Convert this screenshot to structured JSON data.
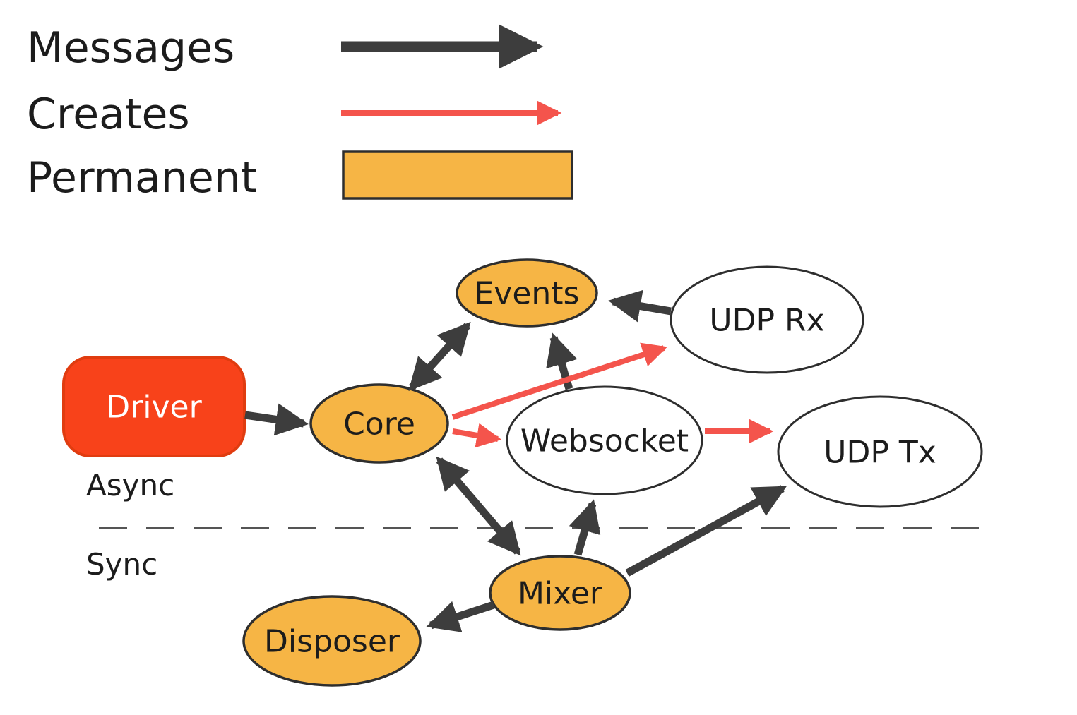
{
  "colors": {
    "ink": "#1c1c1c",
    "messages": "#3d3d3d",
    "creates": "#f4544c",
    "permanent": "#f6b545",
    "plain_fill": "#ffffff",
    "node_stroke": "#2e2e2e",
    "driver_fill": "#f8421a",
    "driver_stroke": "#e03c10",
    "driver_text": "#ffffff",
    "divider": "#555555"
  },
  "legend": {
    "items": [
      {
        "label": "Messages",
        "swatch": "dark-arrow"
      },
      {
        "label": "Creates",
        "swatch": "red-arrow"
      },
      {
        "label": "Permanent",
        "swatch": "orange-box"
      }
    ]
  },
  "zones": {
    "above_label": "Async",
    "below_label": "Sync"
  },
  "nodes": {
    "driver": {
      "label": "Driver",
      "kind": "driver"
    },
    "core": {
      "label": "Core",
      "kind": "permanent"
    },
    "events": {
      "label": "Events",
      "kind": "permanent"
    },
    "mixer": {
      "label": "Mixer",
      "kind": "permanent"
    },
    "disposer": {
      "label": "Disposer",
      "kind": "permanent"
    },
    "udp_rx": {
      "label": "UDP Rx",
      "kind": "transient"
    },
    "udp_tx": {
      "label": "UDP Tx",
      "kind": "transient"
    },
    "websocket": {
      "label": "Websocket",
      "kind": "transient"
    }
  },
  "edges": [
    {
      "from": "Driver",
      "to": "Core",
      "type": "messages",
      "bidirectional": false
    },
    {
      "from": "Core",
      "to": "Events",
      "type": "messages",
      "bidirectional": true
    },
    {
      "from": "Websocket",
      "to": "Events",
      "type": "messages",
      "bidirectional": false
    },
    {
      "from": "UDP Rx",
      "to": "Events",
      "type": "messages",
      "bidirectional": false
    },
    {
      "from": "Core",
      "to": "Mixer",
      "type": "messages",
      "bidirectional": true
    },
    {
      "from": "Mixer",
      "to": "Websocket",
      "type": "messages",
      "bidirectional": false
    },
    {
      "from": "Mixer",
      "to": "UDP Tx",
      "type": "messages",
      "bidirectional": false
    },
    {
      "from": "Mixer",
      "to": "Disposer",
      "type": "messages",
      "bidirectional": false
    },
    {
      "from": "Core",
      "to": "UDP Rx",
      "type": "creates",
      "bidirectional": false
    },
    {
      "from": "Core",
      "to": "Websocket",
      "type": "creates",
      "bidirectional": false
    },
    {
      "from": "Websocket",
      "to": "UDP Tx",
      "type": "creates",
      "bidirectional": false
    }
  ]
}
